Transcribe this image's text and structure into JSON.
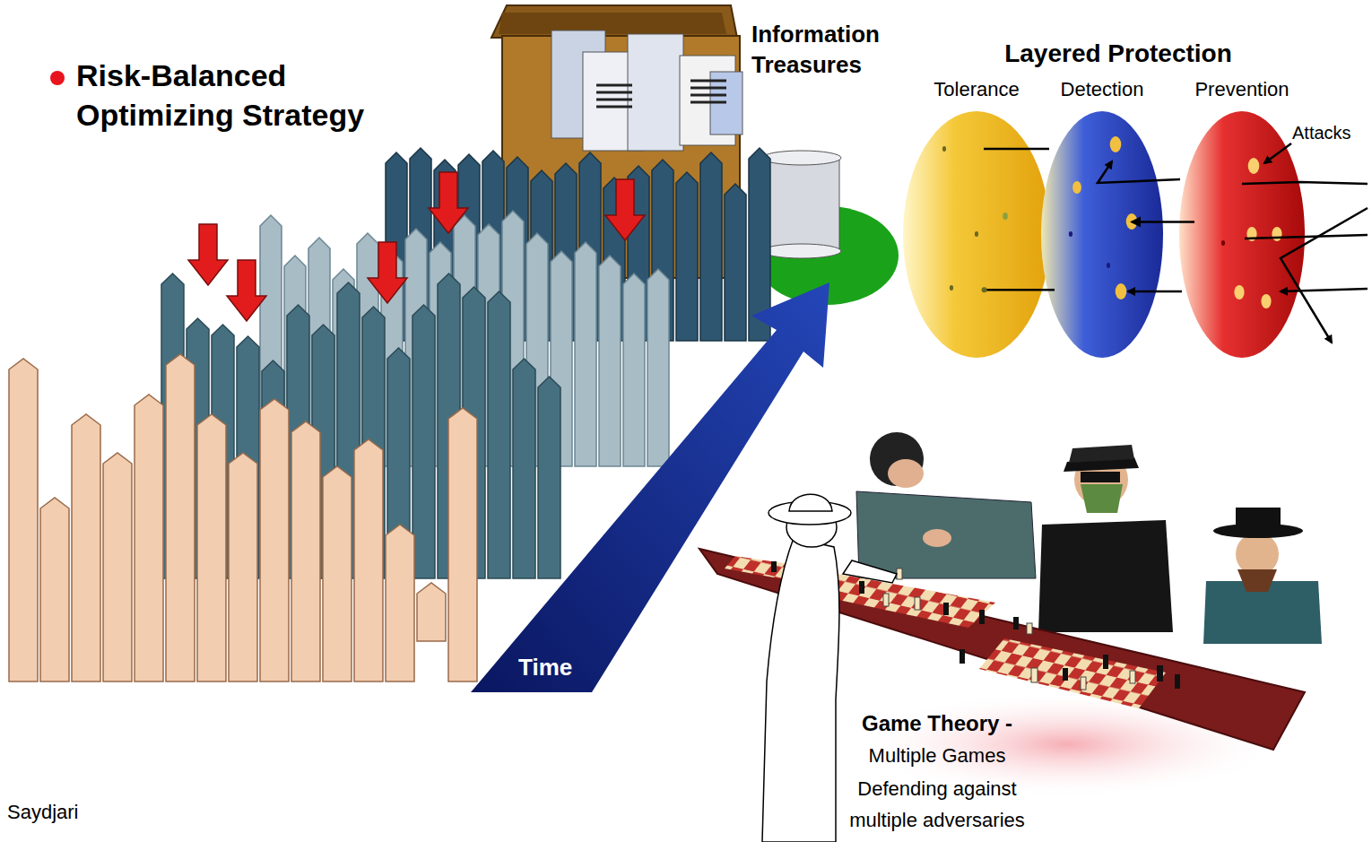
{
  "diagram": {
    "title": "Risk-Balanced Optimizing Strategy",
    "nodes": [
      {
        "text": [
          "Tolerance"
        ]
      },
      {
        "text": [
          "Detection"
        ]
      },
      {
        "text": [
          "Prevention"
        ]
      }
    ],
    "edges": [
      {
        "from": 2,
        "to": 1,
        "arrow": "to"
      },
      {
        "from": 1,
        "to": 0,
        "arrow": "none"
      }
    ],
    "labels": [
      "Information Treasures",
      "Layered Protection",
      "Attacks",
      "Time",
      "Game Theory -",
      "Multiple Games",
      "Defending against multiple adversaries",
      "Saydjari"
    ]
  }
}
